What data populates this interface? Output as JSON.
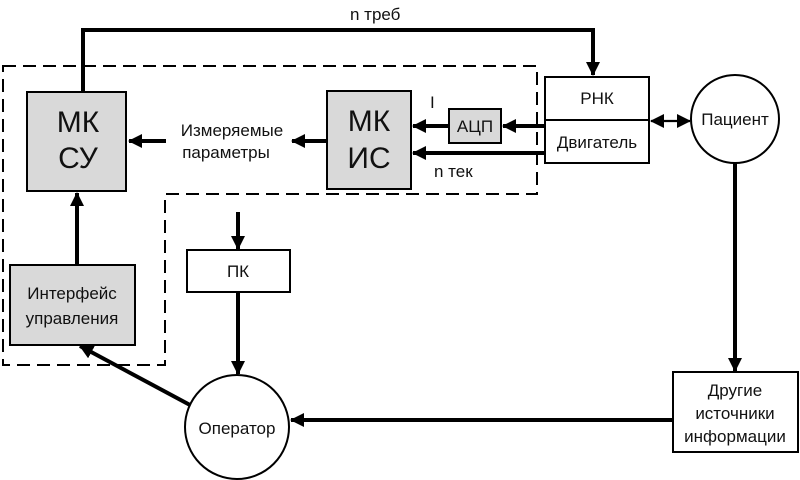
{
  "diagram": {
    "nodes": {
      "mk_su": {
        "line1": "МК",
        "line2": "СУ"
      },
      "mk_is": {
        "line1": "МК",
        "line2": "ИС"
      },
      "adc": {
        "label": "АЦП"
      },
      "rnk": {
        "label": "РНК"
      },
      "motor": {
        "label": "Двигатель"
      },
      "patient": {
        "label": "Пациент"
      },
      "interface": {
        "line1": "Интерфейс",
        "line2": "управления"
      },
      "pc": {
        "label": "ПК"
      },
      "operator": {
        "label": "Оператор"
      },
      "other_sources": {
        "line1": "Другие",
        "line2": "источники",
        "line3": "информации"
      }
    },
    "labels": {
      "n_req": "n треб",
      "measured_line1": "Измеряемые",
      "measured_line2": "параметры",
      "current": "I",
      "n_cur": "n тек"
    }
  }
}
